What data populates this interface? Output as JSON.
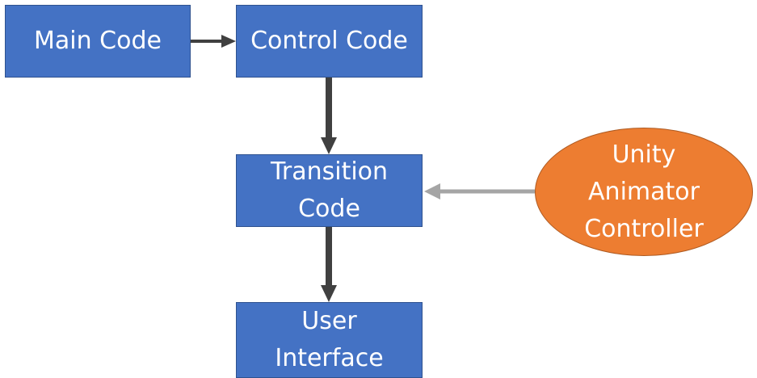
{
  "nodes": {
    "main_code": {
      "label": "Main Code"
    },
    "control_code": {
      "label": "Control Code"
    },
    "transition_code": {
      "line1": "Transition",
      "line2": "Code"
    },
    "user_interface": {
      "line1": "User",
      "line2": "Interface"
    },
    "unity_animator": {
      "line1": "Unity",
      "line2": "Animator",
      "line3": "Controller"
    }
  },
  "colors": {
    "box_fill": "#4472c4",
    "box_border": "#2f528f",
    "oval_fill": "#ed7d31",
    "arrow_dark": "#404040",
    "arrow_gray": "#a5a5a5",
    "text": "#ffffff"
  }
}
